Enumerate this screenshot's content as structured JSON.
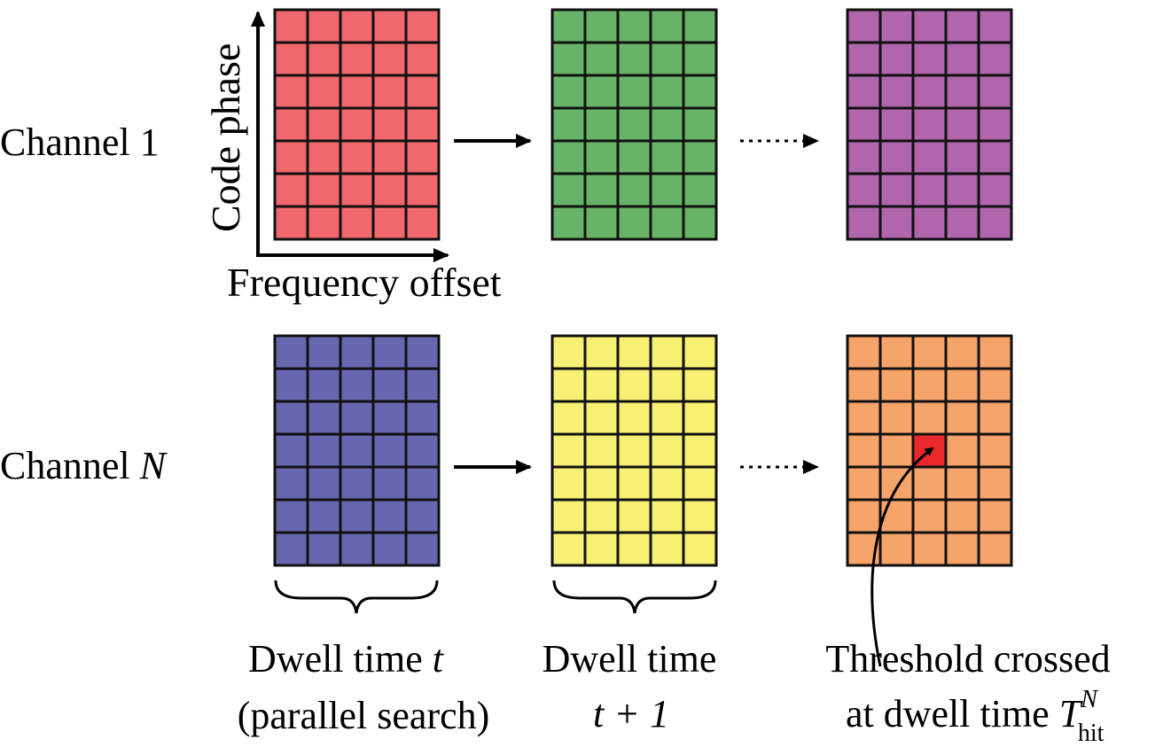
{
  "channels": [
    {
      "label": "Channel 1"
    },
    {
      "label_prefix": "Channel ",
      "label_var": "N"
    }
  ],
  "axes": {
    "y_label": "Code phase",
    "x_label": "Frequency offset"
  },
  "grid": {
    "rows": 7,
    "cols": 5
  },
  "colors": {
    "ch1": [
      "#f0686b",
      "#67b468",
      "#b065ad"
    ],
    "chN": [
      "#6767b0",
      "#f7f072",
      "#f7a46b"
    ],
    "hit": "#e8282a"
  },
  "hit_cell": {
    "row": 3,
    "col": 2
  },
  "captions": {
    "c1_line1_text": "Dwell time ",
    "c1_line1_var": "t",
    "c1_line2": "(parallel search)",
    "c2_line1": "Dwell time",
    "c2_line2": "t + 1",
    "c3_line1": "Threshold crossed",
    "c3_line2": "at dwell time ",
    "c3_var": "T",
    "c3_sup": "N",
    "c3_sub": "hit"
  }
}
